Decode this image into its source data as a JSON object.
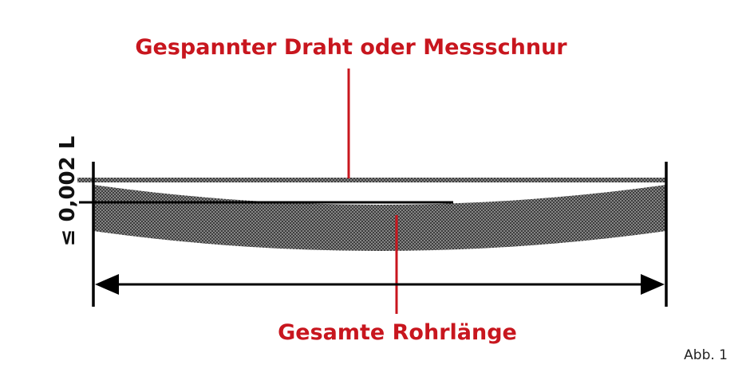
{
  "labels": {
    "wire": "Gespannter Draht oder Messschnur",
    "pipe_length": "Gesamte Rohrlänge",
    "deflection": "≤ 0,002 L",
    "figure": "Abb. 1"
  },
  "colors": {
    "accent": "#c8161e",
    "lines": "#000000",
    "pipe_fill": "#555555"
  }
}
